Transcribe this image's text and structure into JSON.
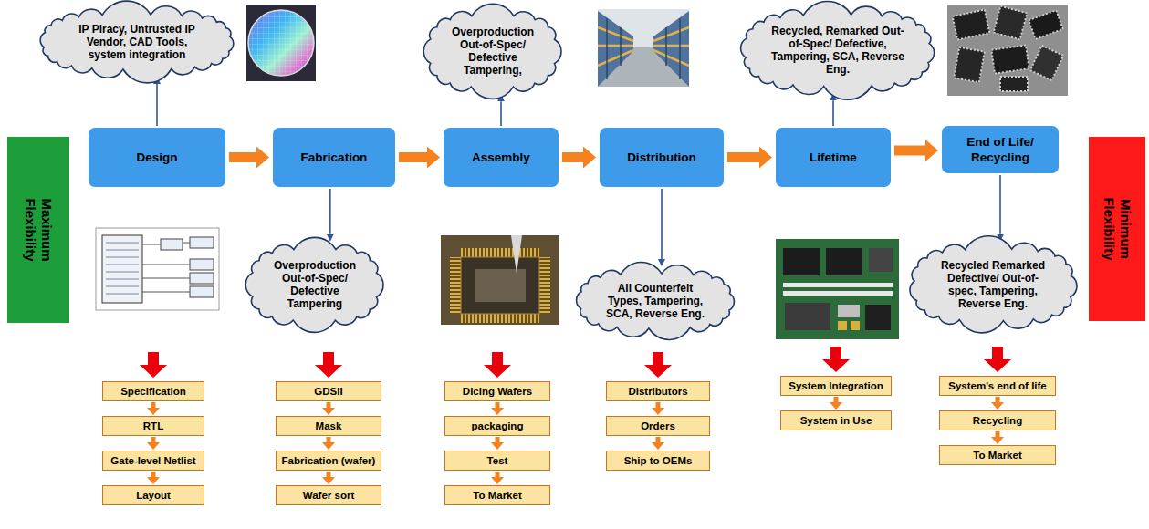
{
  "diagram": {
    "nodes": [
      {
        "text": [
          "Maximum Flexibility"
        ]
      },
      {
        "text": [
          "Design"
        ]
      },
      {
        "text": [
          "Fabrication"
        ]
      },
      {
        "text": [
          "Assembly"
        ]
      },
      {
        "text": [
          "Distribution"
        ]
      },
      {
        "text": [
          "Lifetime"
        ]
      },
      {
        "text": [
          "End of Life/ Recycling"
        ]
      },
      {
        "text": [
          "Minimum Flexibility"
        ]
      },
      {
        "text": [
          "IP Piracy, Untrusted IP Vendor, CAD Tools, system integration"
        ]
      },
      {
        "text": [
          "Overproduction Out-of-Spec/ Defective Tampering"
        ]
      },
      {
        "text": [
          "Overproduction Out-of-Spec/ Defective Tampering,"
        ]
      },
      {
        "text": [
          "All Counterfeit Types, Tampering, SCA, Reverse Eng."
        ]
      },
      {
        "text": [
          "Recycled, Remarked Out-of-Spec/ Defective, Tampering, SCA, Reverse Eng."
        ]
      },
      {
        "text": [
          "Recycled Remarked Defective/ Out-of-spec, Tampering, Reverse Eng."
        ]
      },
      {
        "text": [
          "Specification"
        ]
      },
      {
        "text": [
          "RTL"
        ]
      },
      {
        "text": [
          "Gate-level Netlist"
        ]
      },
      {
        "text": [
          "Layout"
        ]
      },
      {
        "text": [
          "GDSII"
        ]
      },
      {
        "text": [
          "Mask"
        ]
      },
      {
        "text": [
          "Fabrication (wafer)"
        ]
      },
      {
        "text": [
          "Wafer sort"
        ]
      },
      {
        "text": [
          "Dicing Wafers"
        ]
      },
      {
        "text": [
          "packaging"
        ]
      },
      {
        "text": [
          "Test"
        ]
      },
      {
        "text": [
          "To Market"
        ]
      },
      {
        "text": [
          "Distributors"
        ]
      },
      {
        "text": [
          "Orders"
        ]
      },
      {
        "text": [
          "Ship to OEMs"
        ]
      },
      {
        "text": [
          "System Integration"
        ]
      },
      {
        "text": [
          "System in Use"
        ]
      },
      {
        "text": [
          "System's end of life"
        ]
      },
      {
        "text": [
          "Recycling"
        ]
      },
      {
        "text": [
          "To Market"
        ]
      }
    ],
    "edges": [
      {
        "from": 1,
        "to": 2,
        "arrow": "to"
      },
      {
        "from": 2,
        "to": 3,
        "arrow": "to"
      },
      {
        "from": 3,
        "to": 4,
        "arrow": "to"
      },
      {
        "from": 4,
        "to": 5,
        "arrow": "to"
      },
      {
        "from": 5,
        "to": 6,
        "arrow": "to"
      },
      {
        "from": 1,
        "to": 8,
        "arrow": "to"
      },
      {
        "from": 2,
        "to": 9,
        "arrow": "to"
      },
      {
        "from": 3,
        "to": 10,
        "arrow": "to"
      },
      {
        "from": 4,
        "to": 11,
        "arrow": "to"
      },
      {
        "from": 5,
        "to": 12,
        "arrow": "to"
      },
      {
        "from": 6,
        "to": 13,
        "arrow": "to"
      },
      {
        "from": 14,
        "to": 15,
        "arrow": "to"
      },
      {
        "from": 15,
        "to": 16,
        "arrow": "to"
      },
      {
        "from": 16,
        "to": 17,
        "arrow": "to"
      },
      {
        "from": 18,
        "to": 19,
        "arrow": "to"
      },
      {
        "from": 19,
        "to": 20,
        "arrow": "to"
      },
      {
        "from": 20,
        "to": 21,
        "arrow": "to"
      },
      {
        "from": 22,
        "to": 23,
        "arrow": "to"
      },
      {
        "from": 23,
        "to": 24,
        "arrow": "to"
      },
      {
        "from": 24,
        "to": 25,
        "arrow": "to"
      },
      {
        "from": 26,
        "to": 27,
        "arrow": "to"
      },
      {
        "from": 27,
        "to": 28,
        "arrow": "to"
      },
      {
        "from": 29,
        "to": 30,
        "arrow": "to"
      },
      {
        "from": 31,
        "to": 32,
        "arrow": "to"
      },
      {
        "from": 32,
        "to": 33,
        "arrow": "to"
      }
    ]
  }
}
